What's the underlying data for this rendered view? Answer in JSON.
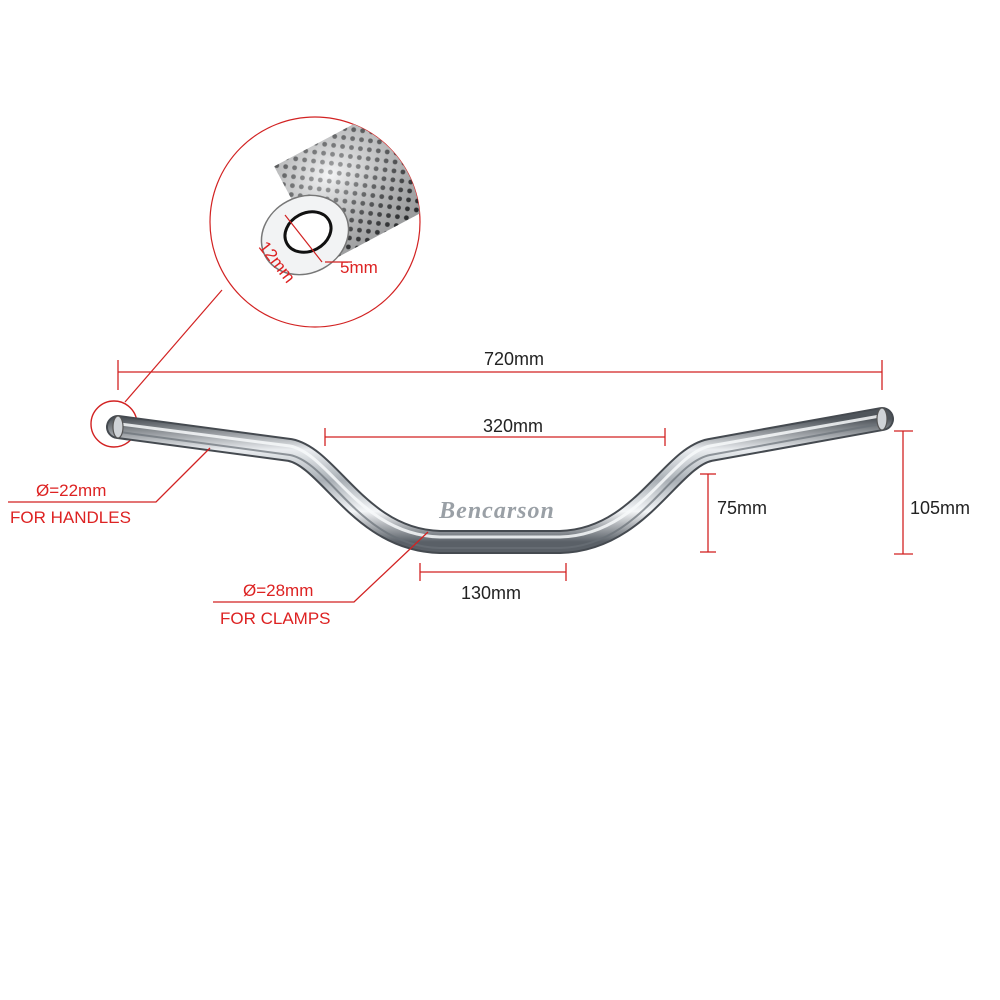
{
  "brand": "Bencarson",
  "colors": {
    "dimension_line": "#d22222",
    "callout": "#d22222",
    "bar_metal": "#b9bec4",
    "bar_dark": "#5d636a"
  },
  "dimensions": {
    "overall_width": "720mm",
    "center_rise_span": "320mm",
    "rise": "75mm",
    "total_height": "105mm",
    "clamp_width": "130mm"
  },
  "callouts": {
    "handle_diameter": "Ø=22mm",
    "handle_note": "FOR HANDLES",
    "clamp_diameter": "Ø=28mm",
    "clamp_note": "FOR CLAMPS"
  },
  "zoom": {
    "outer_label": "12mm",
    "wall_label": "5mm"
  }
}
